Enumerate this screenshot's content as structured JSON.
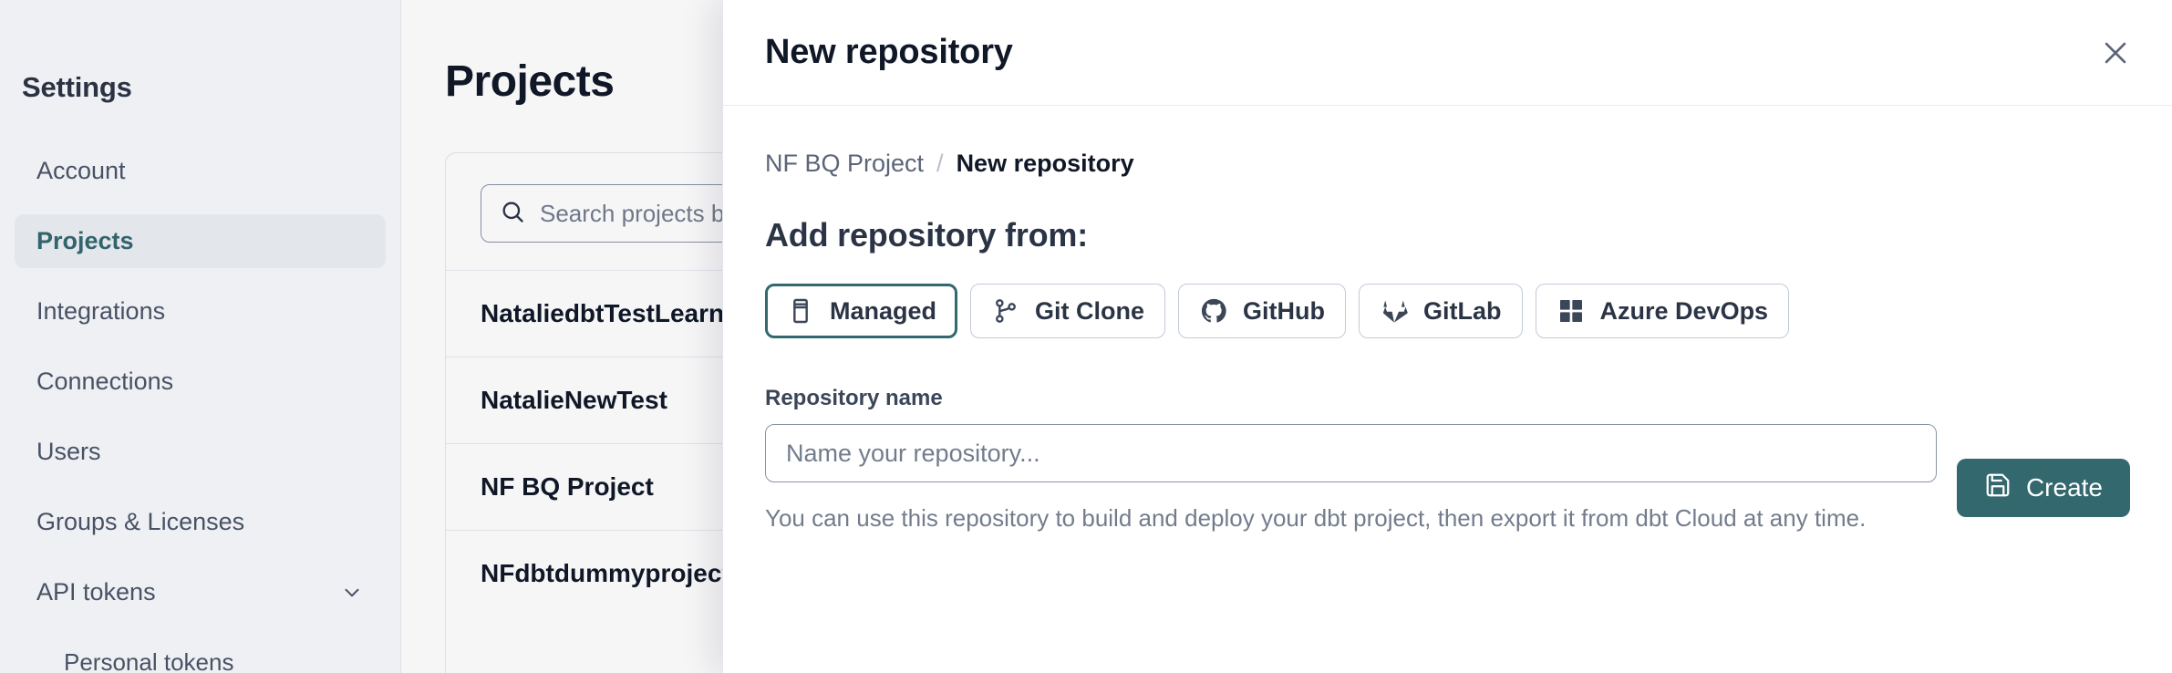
{
  "sidebar": {
    "title": "Settings",
    "items": [
      {
        "label": "Account",
        "name": "account",
        "active": false,
        "sub": false,
        "chevron": false
      },
      {
        "label": "Projects",
        "name": "projects",
        "active": true,
        "sub": false,
        "chevron": false
      },
      {
        "label": "Integrations",
        "name": "integrations",
        "active": false,
        "sub": false,
        "chevron": false
      },
      {
        "label": "Connections",
        "name": "connections",
        "active": false,
        "sub": false,
        "chevron": false
      },
      {
        "label": "Users",
        "name": "users",
        "active": false,
        "sub": false,
        "chevron": false
      },
      {
        "label": "Groups & Licenses",
        "name": "groups-licenses",
        "active": false,
        "sub": false,
        "chevron": false
      },
      {
        "label": "API tokens",
        "name": "api-tokens",
        "active": false,
        "sub": false,
        "chevron": true
      },
      {
        "label": "Personal tokens",
        "name": "personal-tokens",
        "active": false,
        "sub": true,
        "chevron": false
      }
    ]
  },
  "page": {
    "title": "Projects",
    "search": {
      "placeholder": "Search projects by name...",
      "value": "",
      "icon": "search-icon"
    },
    "projects": [
      "NataliedbtTestLearn T",
      "NatalieNewTest",
      "NF BQ Project",
      "NFdbtdummyproject"
    ]
  },
  "panel": {
    "title": "New repository",
    "close_icon": "close-icon",
    "breadcrumb": [
      {
        "label": "NF BQ Project",
        "current": false
      },
      {
        "label": "New repository",
        "current": true
      }
    ],
    "breadcrumb_separator": "/",
    "section_title": "Add repository from:",
    "sources": [
      {
        "label": "Managed",
        "icon": "managed-repo-icon",
        "selected": true
      },
      {
        "label": "Git Clone",
        "icon": "git-branch-icon",
        "selected": false
      },
      {
        "label": "GitHub",
        "icon": "github-icon",
        "selected": false
      },
      {
        "label": "GitLab",
        "icon": "gitlab-icon",
        "selected": false
      },
      {
        "label": "Azure DevOps",
        "icon": "azure-devops-icon",
        "selected": false
      }
    ],
    "repository_name": {
      "label": "Repository name",
      "placeholder": "Name your repository...",
      "value": ""
    },
    "create_label": "Create",
    "create_icon": "save-icon",
    "help_text": "You can use this repository to build and deploy your dbt project, then export it from dbt Cloud at any time."
  },
  "colors": {
    "accent": "#33686f",
    "text": "#101828",
    "muted": "#737c8d",
    "border": "#c3cad6",
    "sidebar_bg": "#f8f9fb"
  }
}
